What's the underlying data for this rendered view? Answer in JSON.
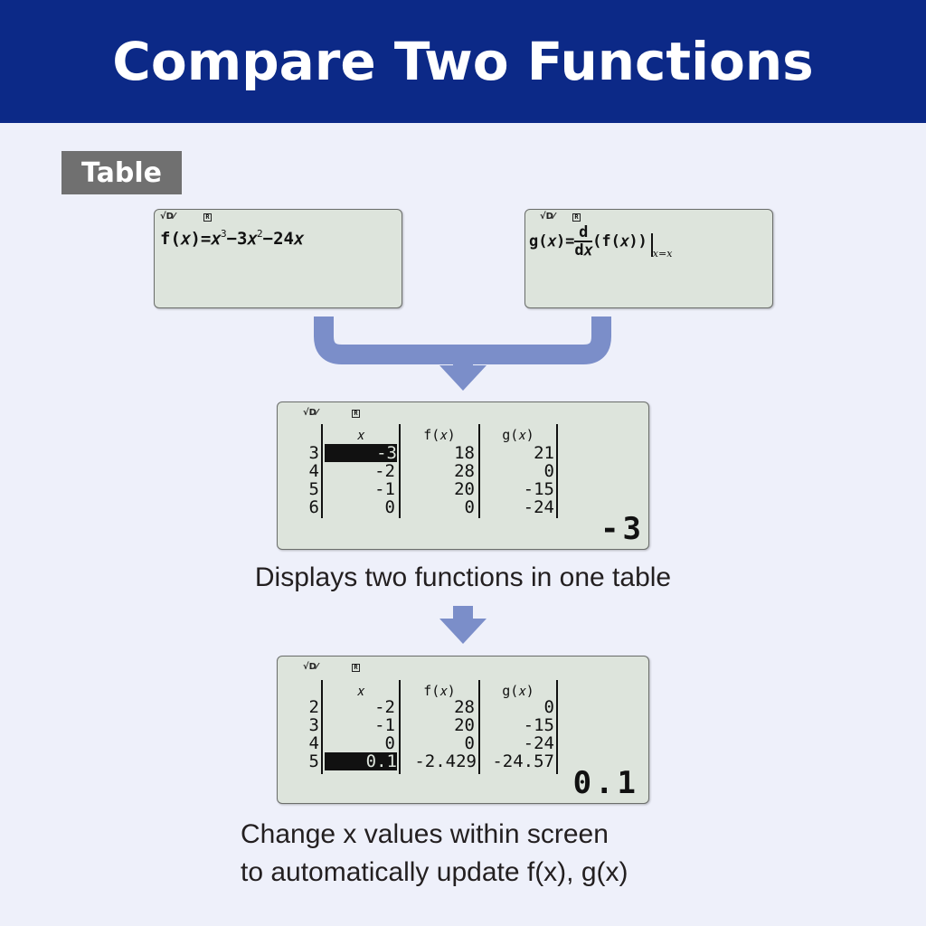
{
  "header": {
    "title": "Compare Two Functions"
  },
  "tag": {
    "label": "Table"
  },
  "screen_f": {
    "indicator_math": "√D⁄",
    "indicator_r": "R",
    "lhs": "f(𝑥)=𝑥",
    "exp1": "3",
    "mid": "−3𝑥",
    "exp2": "2",
    "rhs": "−24𝑥"
  },
  "screen_g": {
    "indicator_math": "√D⁄",
    "indicator_r": "R",
    "lhs": "g(𝑥)=",
    "frac_num": "d",
    "frac_den": "d𝑥",
    "rhs": "(f(𝑥))",
    "eval_sub": "𝑥=𝑥"
  },
  "table1": {
    "indicator_math": "√D⁄",
    "indicator_r": "R",
    "headers": [
      "𝑥",
      "f(𝑥)",
      "g(𝑥)"
    ],
    "rows": [
      {
        "n": "3",
        "x": "-3",
        "f": "18",
        "g": "21"
      },
      {
        "n": "4",
        "x": "-2",
        "f": "28",
        "g": "0"
      },
      {
        "n": "5",
        "x": "-1",
        "f": "20",
        "g": "-15"
      },
      {
        "n": "6",
        "x": "0",
        "f": "0",
        "g": "-24"
      }
    ],
    "value": "-3"
  },
  "caption1": "Displays two functions in one table",
  "table2": {
    "indicator_math": "√D⁄",
    "indicator_r": "R",
    "headers": [
      "𝑥",
      "f(𝑥)",
      "g(𝑥)"
    ],
    "rows": [
      {
        "n": "2",
        "x": "-2",
        "f": "28",
        "g": "0"
      },
      {
        "n": "3",
        "x": "-1",
        "f": "20",
        "g": "-15"
      },
      {
        "n": "4",
        "x": "0",
        "f": "0",
        "g": "-24"
      },
      {
        "n": "5",
        "x": "0.1",
        "f": "-2.429",
        "g": "-24.57"
      }
    ],
    "value": "0.1"
  },
  "caption2": {
    "line1": "Change x values within screen",
    "line2": "to automatically update f(x), g(x)"
  },
  "colors": {
    "header_bg": "#0c2987",
    "arrow": "#7b8ec9",
    "tag_bg": "#707070",
    "lcd_bg": "#dde4dc",
    "page_bg": "#eef0fa"
  }
}
